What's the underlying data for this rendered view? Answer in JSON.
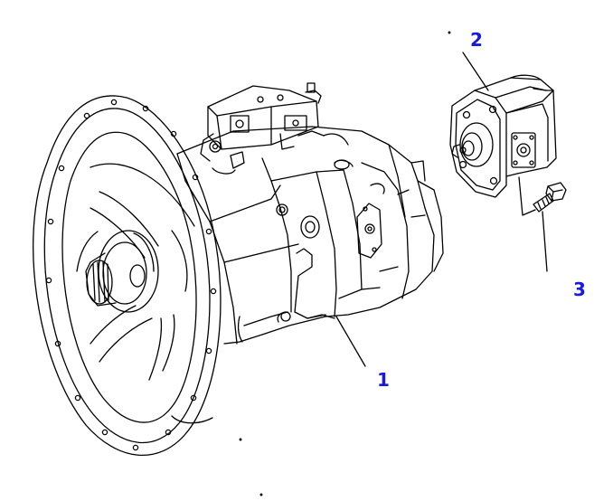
{
  "callouts": [
    {
      "id": "1",
      "label": "1"
    },
    {
      "id": "2",
      "label": "2"
    },
    {
      "id": "3",
      "label": "3"
    }
  ],
  "parts": [
    {
      "callout": "1",
      "icon": "hydraulic-main-pump-icon"
    },
    {
      "callout": "2",
      "icon": "gear-pump-icon"
    },
    {
      "callout": "3",
      "icon": "mounting-bolt-icon"
    }
  ],
  "colors": {
    "line": "#000000",
    "callout_text": "#1a1adc",
    "background": "#ffffff"
  }
}
